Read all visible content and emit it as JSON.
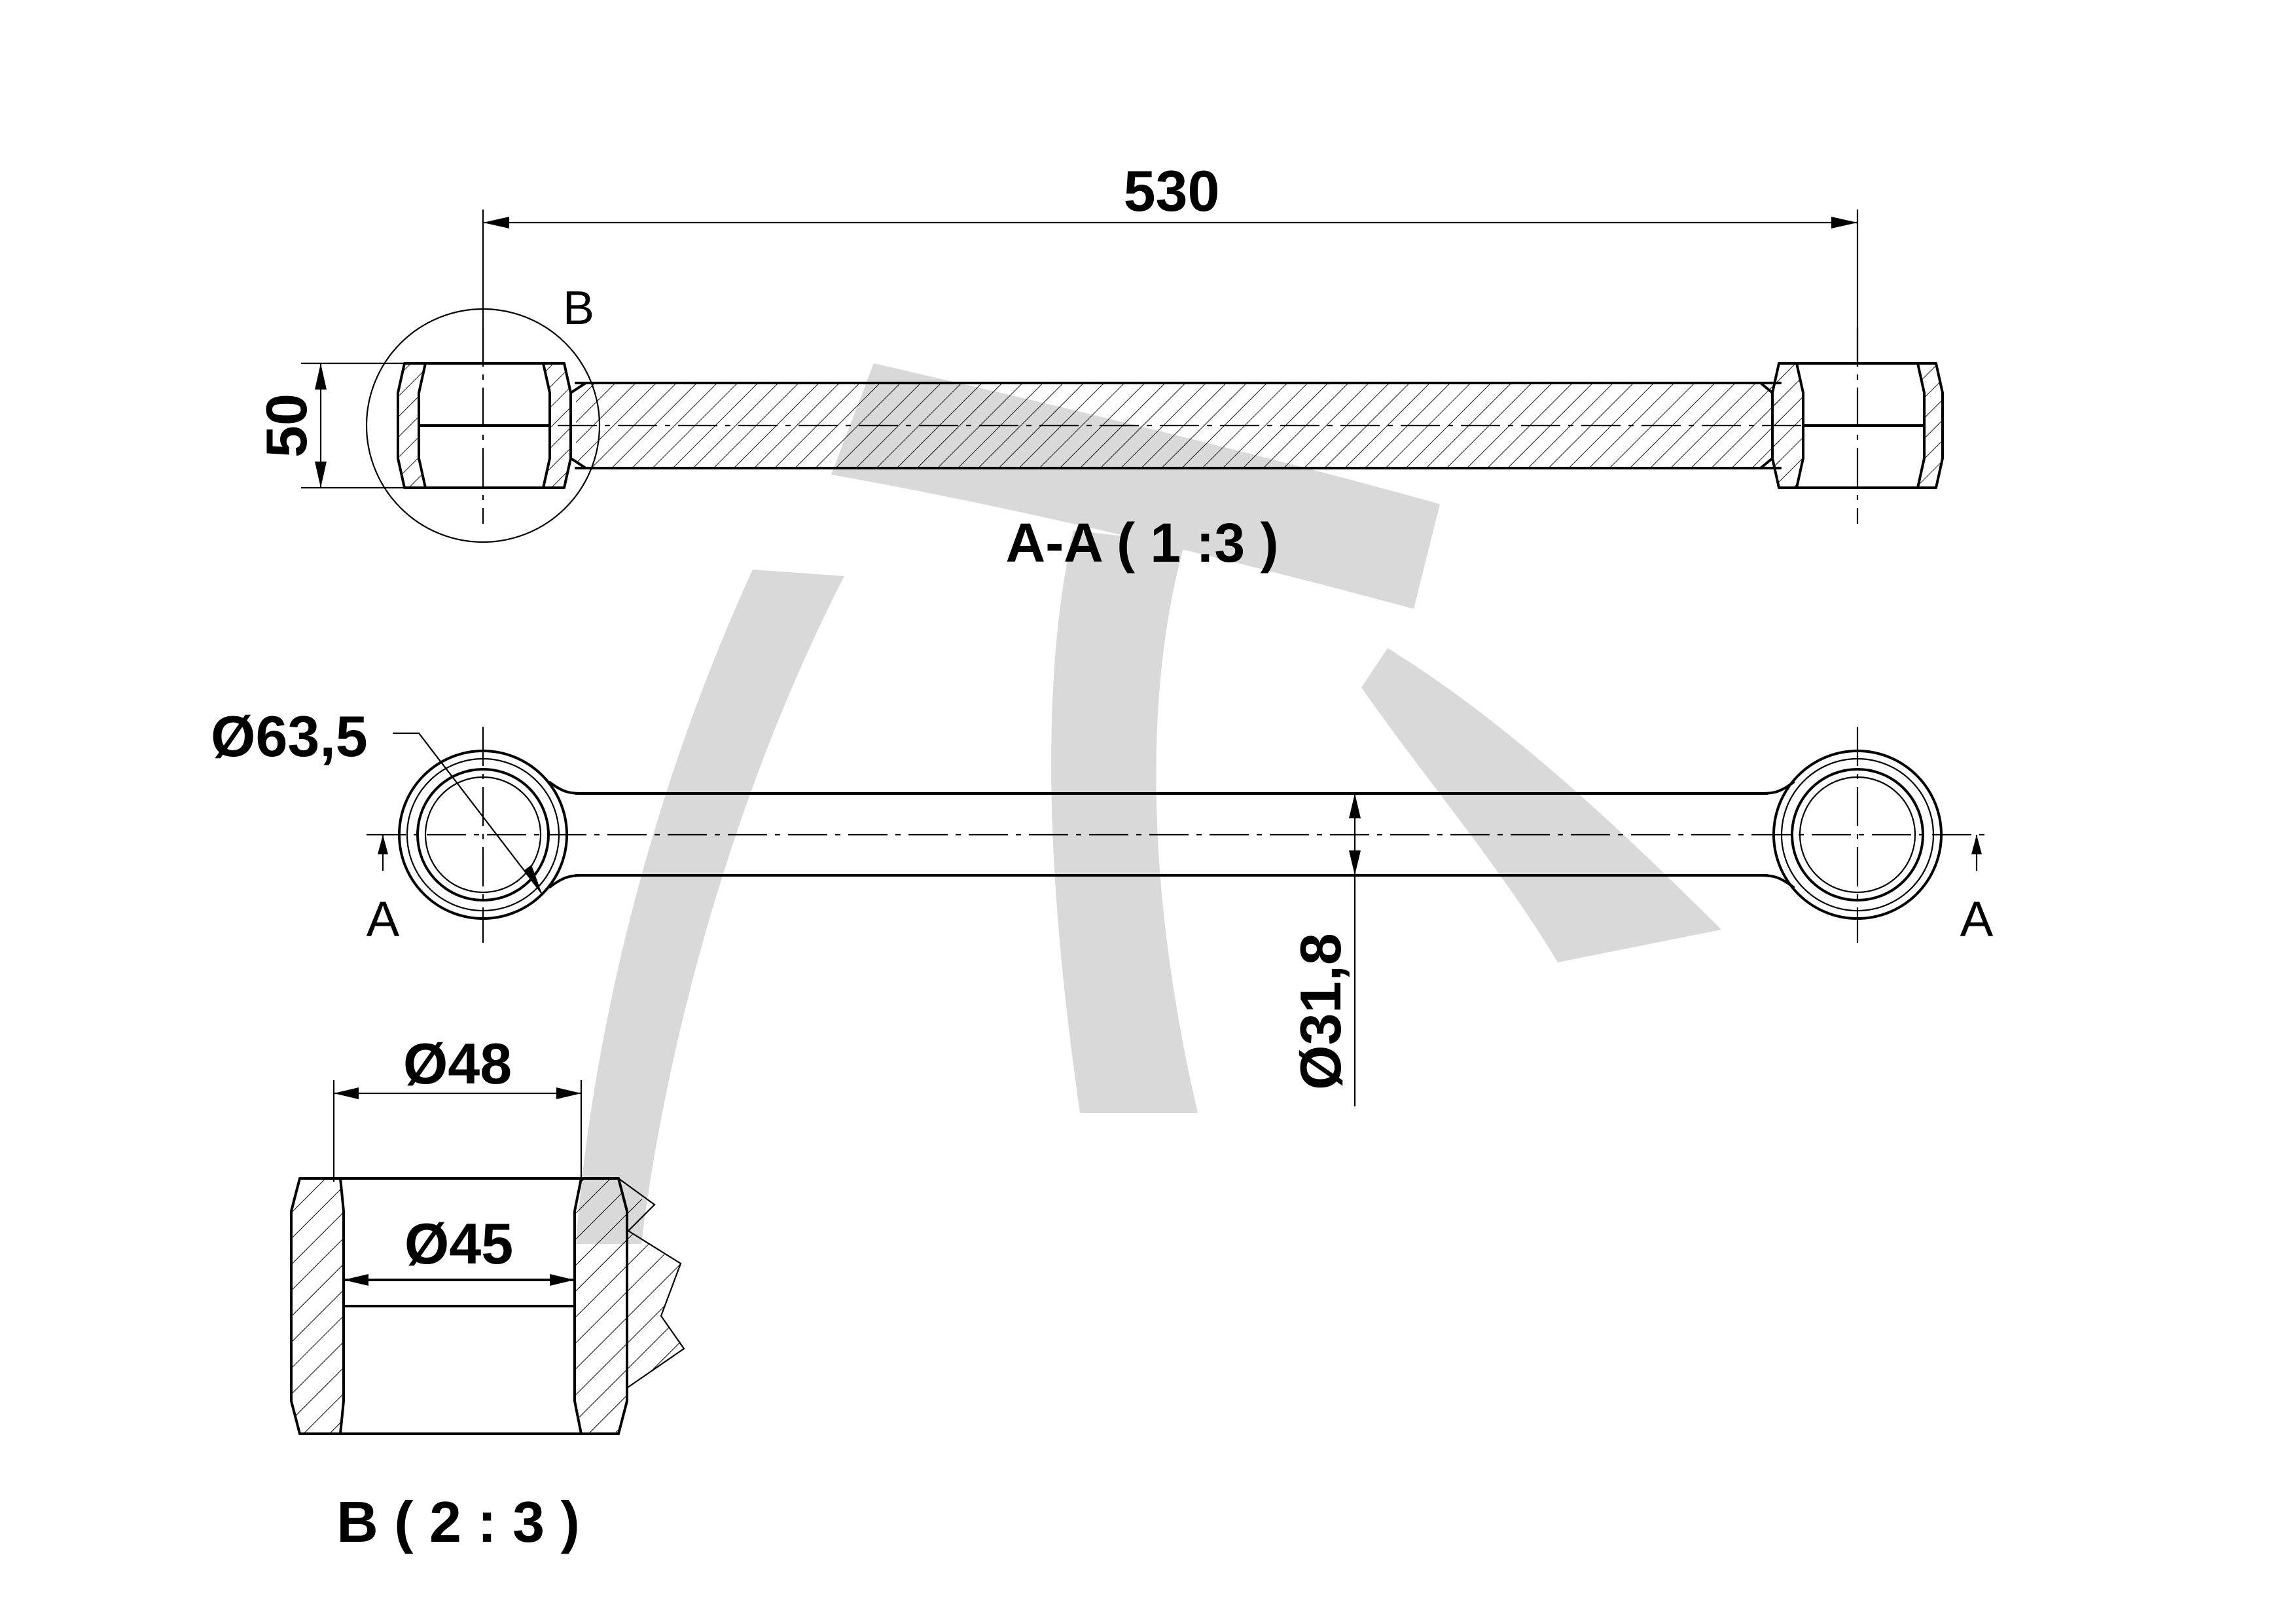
{
  "section_aa": {
    "length_dim": "530",
    "height_dim": "50",
    "detail_marker": "B",
    "caption": "A-A ( 1 :3 )"
  },
  "main_view": {
    "eye_outer_dim": "Ø63,5",
    "tube_dim": "Ø31,8",
    "section_mark_left": "A",
    "section_mark_right": "A"
  },
  "detail_b": {
    "outer_dim": "Ø48",
    "inner_dim": "Ø45",
    "caption": "B ( 2 : 3 )"
  },
  "watermark": {
    "color": "#d9d9d9"
  }
}
